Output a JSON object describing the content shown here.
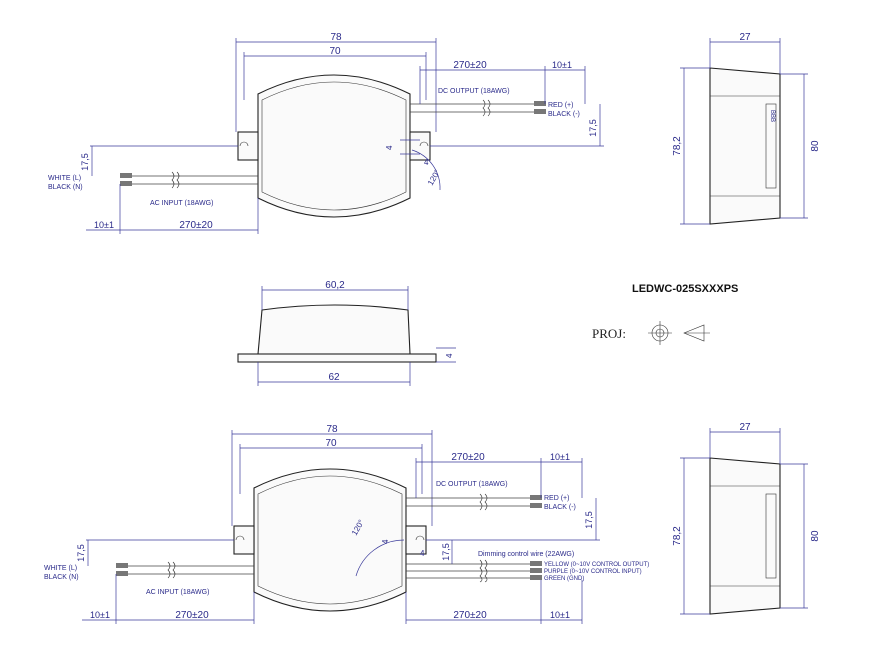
{
  "model_code": "LEDWC-025SXXXPS",
  "projection_label": "PROJ:",
  "top_view": {
    "dims": {
      "overall_width": "78",
      "body_width": "70",
      "dc_lead_length": "270±20",
      "dc_strip": "10±1",
      "ac_lead_length": "270±20",
      "ac_strip": "10±1",
      "ac_offset": "17,5",
      "dc_offset": "17,5",
      "hole": "4",
      "tab": "4",
      "angle": "120°"
    },
    "dc_output_label": "DC OUTPUT (18AWG)",
    "dc_wires": [
      "RED (+)",
      "BLACK (-)"
    ],
    "ac_input_label": "AC INPUT (18AWG)",
    "ac_wires": [
      "WHITE (L)",
      "BLACK (N)"
    ]
  },
  "side_view_top": {
    "depth": "27",
    "inner_height": "78,2",
    "height": "80"
  },
  "front_view": {
    "top_width": "60,2",
    "base_width": "62",
    "tab_height": "4"
  },
  "bottom_view": {
    "dims": {
      "overall_width": "78",
      "body_width": "70",
      "dc_lead_length": "270±20",
      "dc_strip": "10±1",
      "ac_lead_length": "270±20",
      "ac_strip": "10±1",
      "dim_lead_length": "270±20",
      "dim_strip": "10±1",
      "ac_offset": "17,5",
      "dc_offset": "17,5",
      "dim_offset": "17,5",
      "hole": "4",
      "tab": "4",
      "angle": "120°"
    },
    "dc_output_label": "DC OUTPUT (18AWG)",
    "dc_wires": [
      "RED (+)",
      "BLACK (-)"
    ],
    "ac_input_label": "AC INPUT (18AWG)",
    "ac_wires": [
      "WHITE (L)",
      "BLACK (N)"
    ],
    "dimming_label": "Dimming control wire (22AWG)",
    "dimming_wires": [
      "YELLOW (0~10V CONTROL OUTPUT)",
      "PURPLE (0~10V CONTROL INPUT)",
      "GREEN (GND)"
    ]
  },
  "side_view_bottom": {
    "depth": "27",
    "inner_height": "78,2",
    "height": "80"
  }
}
